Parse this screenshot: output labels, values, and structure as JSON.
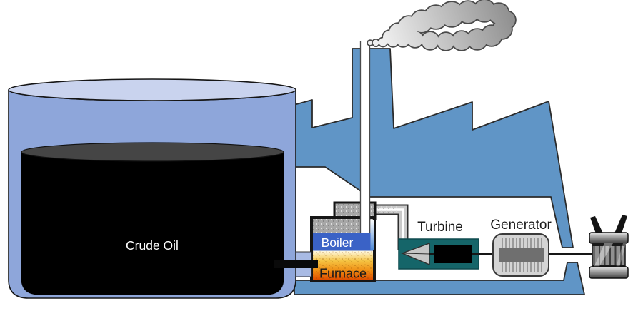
{
  "diagram": {
    "type": "process-illustration",
    "description": "Crude oil fired power plant: oil tank feeding furnace and boiler, steam turbine, generator and electric machine",
    "labels": {
      "tank": "Crude Oil",
      "boiler": "Boiler",
      "furnace": "Furnace",
      "turbine": "Turbine",
      "generator": "Generator"
    },
    "colors": {
      "factory": "#6095C6",
      "tank_wall": "#8EA6DA",
      "tank_rim": "#C9D3EE",
      "pipe_sleeve": "#A8BAE4",
      "oil": "#000000",
      "oil_surface": "#454545",
      "boiler": "#3A62C6",
      "furnace_top": "#FFFBE8",
      "furnace_mid": "#F5C443",
      "furnace_deep": "#EF8C12",
      "furnace_bottom": "#E04E00",
      "turbine": "#156569",
      "generator_body": "#D4D4D4",
      "generator_rotor": "#6F6F6F",
      "smoke_light": "#EFEFEF",
      "smoke_dark": "#8F8F8F"
    }
  }
}
